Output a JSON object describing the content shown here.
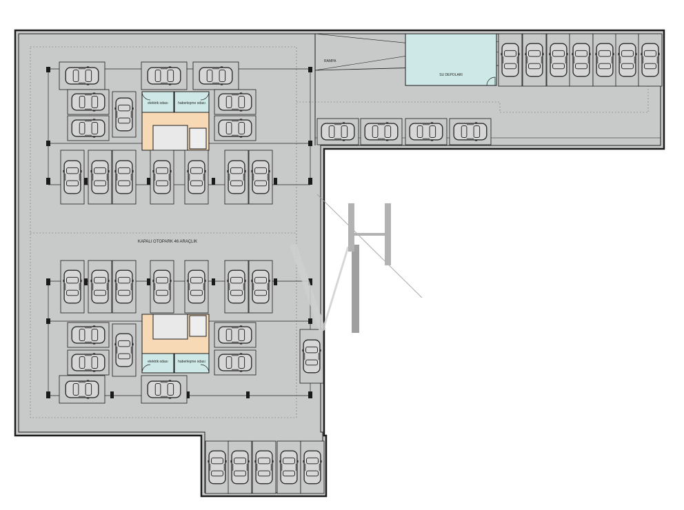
{
  "labels": {
    "ramp": "RAMPA",
    "water_tanks": "SU DEPOLARI",
    "parking_title": "KAPALI OTOPARK 46 ARAÇLIK",
    "electric_room_top": "elektrik odası",
    "comm_room_top": "haberleşme odası",
    "electric_room_bottom": "elektrik odası",
    "comm_room_bottom": "haberleşme odası"
  },
  "colors": {
    "floor": "#c8c9c9",
    "wall": "#1a1a1a",
    "stair": "#f7d9b5",
    "room": "#cde8e6",
    "car_outline": "#2a2a2a"
  },
  "icons": {
    "car": "car-top-view-icon",
    "watermark": "monogram-watermark-icon"
  }
}
